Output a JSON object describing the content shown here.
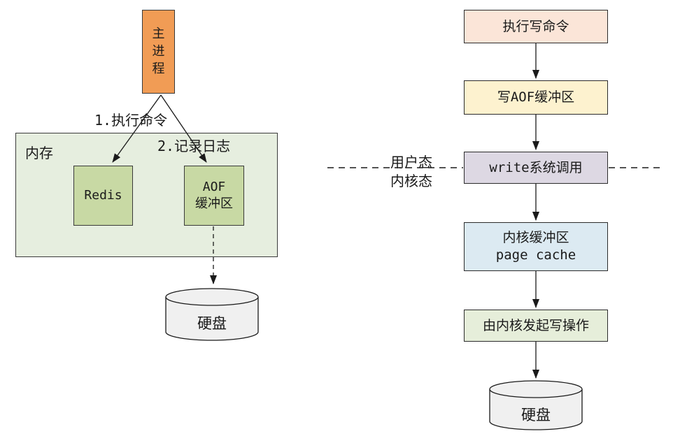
{
  "colors": {
    "main_process_fill": "#F19C55",
    "memory_fill": "#E6EEDF",
    "inner_green_fill": "#C8D9A4",
    "disk_fill": "#F0F0F0",
    "line_color": "#1A1A1A"
  },
  "left": {
    "main_process": {
      "label": "主进程",
      "chars": [
        "主",
        "进",
        "程"
      ],
      "fill": "#F19C55"
    },
    "edge_labels": {
      "execute_command": "1.执行命令",
      "record_log": "2.记录日志"
    },
    "memory": {
      "label": "内存",
      "fill": "#E6EEDF"
    },
    "redis": {
      "label": "Redis",
      "fill": "#C8D9A4"
    },
    "aof": {
      "line1": "AOF",
      "line2": "缓冲区",
      "fill": "#C8D9A4"
    },
    "disk": {
      "label": "硬盘",
      "fill": "#F0F0F0"
    }
  },
  "right": {
    "steps": [
      {
        "label": "执行写命令",
        "fill": "#FBE5D8"
      },
      {
        "label": "写AOF缓冲区",
        "fill": "#FDF2CF"
      },
      {
        "label": "write系统调用",
        "fill": "#DDD8E3"
      },
      {
        "label": "内核缓冲区",
        "sublabel": "page cache",
        "fill": "#DCEAF2"
      },
      {
        "label": "由内核发起写操作",
        "fill": "#E6EEDA"
      }
    ],
    "boundary": {
      "user_mode": "用户态",
      "kernel_mode": "内核态"
    },
    "disk": {
      "label": "硬盘",
      "fill": "#F0F0F0"
    }
  }
}
